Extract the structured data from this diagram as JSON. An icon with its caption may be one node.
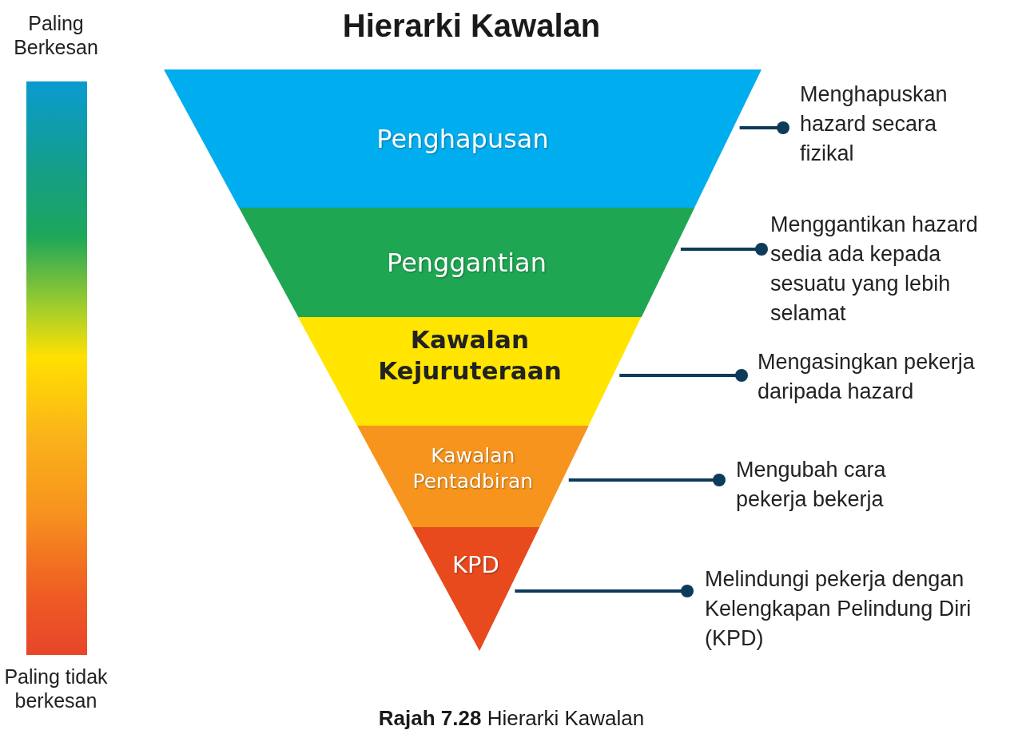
{
  "diagram": {
    "title": "Hierarki Kawalan",
    "caption": "**Rajah 7.28** Hierarki Kawalan",
    "nodes": [
      {
        "text": [
          "Penghapusan"
        ]
      },
      {
        "text": [
          "Penggantian"
        ]
      },
      {
        "text": [
          "Kawalan Kejuruteraan"
        ]
      },
      {
        "text": [
          "Kawalan Pentadbiran"
        ]
      },
      {
        "text": [
          "KPD"
        ]
      },
      {
        "text": [
          "Menghapuskan hazard secara fizikal"
        ]
      },
      {
        "text": [
          "Menggantikan hazard sedia ada kepada sesuatu yang lebih selamat"
        ]
      },
      {
        "text": [
          "Mengasingkan pekerja daripada hazard"
        ]
      },
      {
        "text": [
          "Mengubah cara pekerja bekerja"
        ]
      },
      {
        "text": [
          "Melindungi pekerja dengan Kelengkapan Pelindung Diri (KPD)"
        ]
      },
      {
        "text": [],
        "shape": "bar"
      }
    ],
    "edges": [
      {
        "from": 0,
        "to": 5,
        "arrow": "other"
      },
      {
        "from": 1,
        "to": 6,
        "arrow": "other"
      },
      {
        "from": 2,
        "to": 7,
        "arrow": "other"
      },
      {
        "from": 3,
        "to": 8,
        "arrow": "other"
      },
      {
        "from": 4,
        "to": 9,
        "arrow": "other"
      }
    ],
    "labels": [
      "Paling Berkesan",
      "Paling tidak berkesan"
    ]
  }
}
